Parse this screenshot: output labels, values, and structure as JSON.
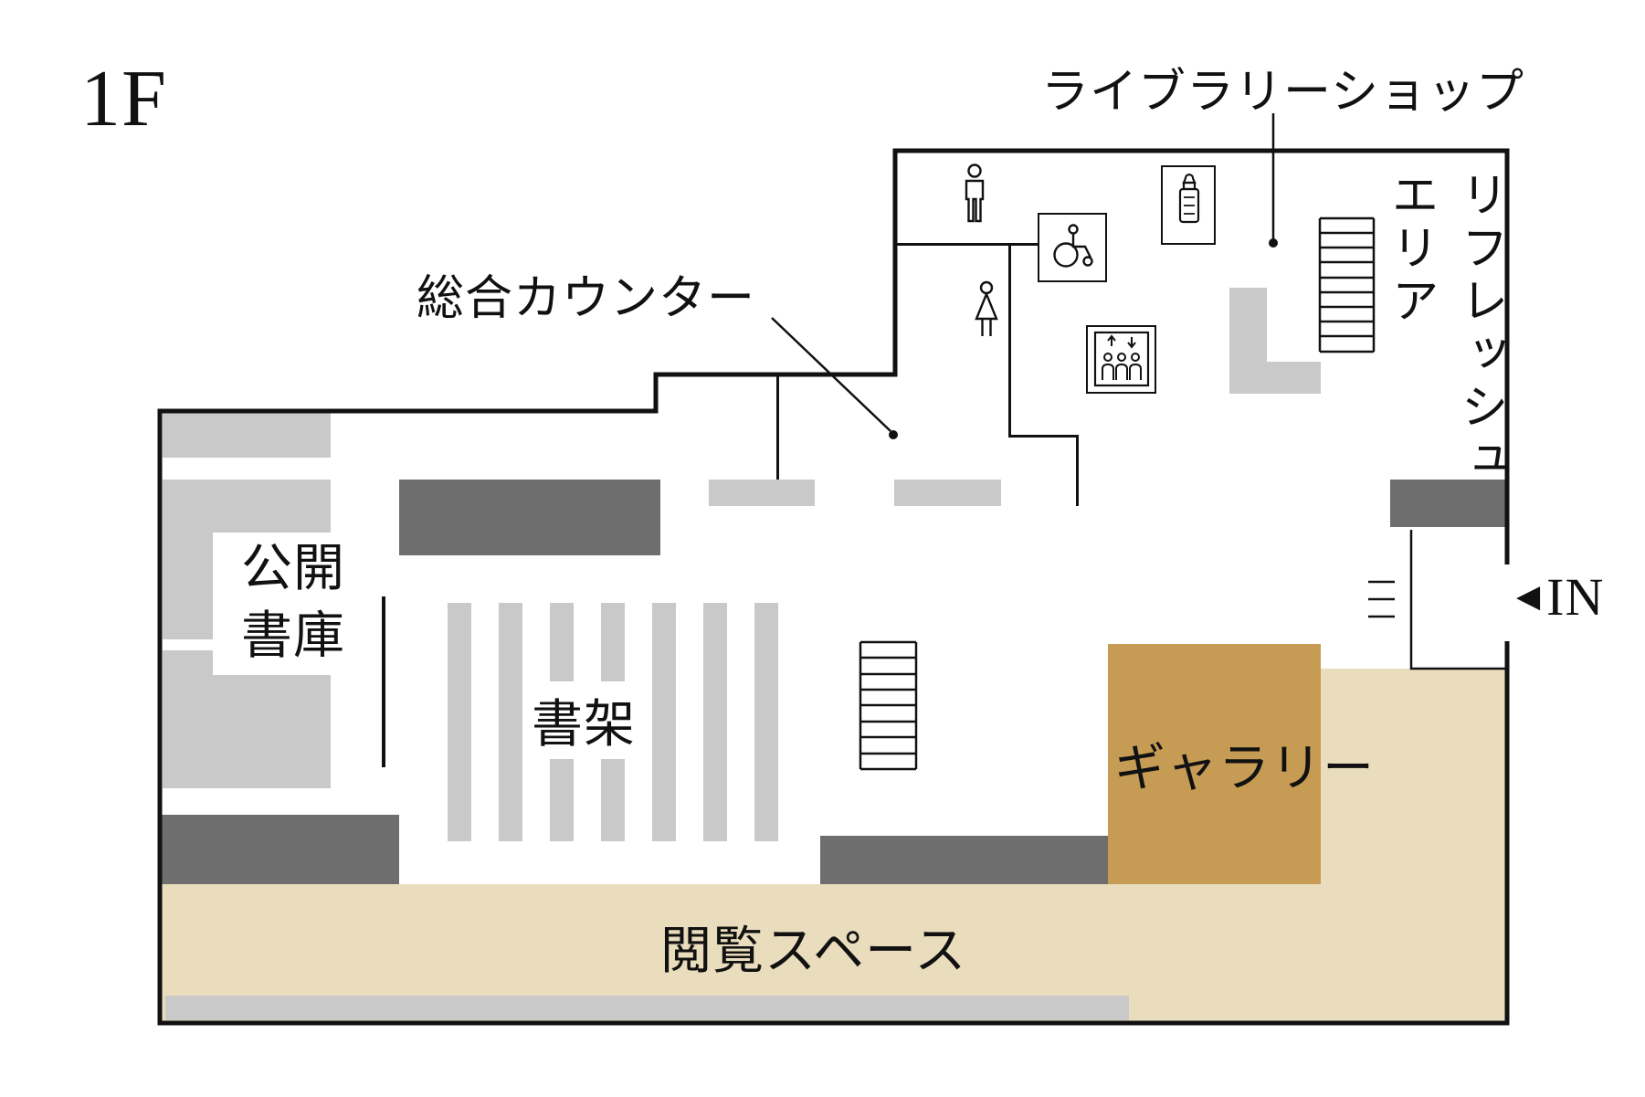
{
  "colors": {
    "wall": "#111111",
    "dark_gray": "#6e6e6e",
    "light_gray": "#c9c9c9",
    "beige": "#eaddbd",
    "gallery_tan": "#c69b54",
    "background": "#ffffff"
  },
  "floor": {
    "label": "1F"
  },
  "areas": {
    "library_shop": {
      "label": "ライブラリーショップ"
    },
    "counter": {
      "label": "総合カウンター"
    },
    "refresh_area": {
      "line1": "リフレッシュ",
      "line2": "エリア"
    },
    "public_stacks": {
      "line1": "公開",
      "line2": "書庫"
    },
    "shelves": {
      "label": "書架"
    },
    "gallery": {
      "label": "ギャラリー"
    },
    "reading_space": {
      "label": "閲覧スペース"
    },
    "entrance": {
      "arrow": "◀",
      "label": "IN"
    }
  },
  "icons": {
    "male_restroom": "male-restroom-icon",
    "female_restroom": "female-restroom-icon",
    "wheelchair": "wheelchair-accessible-icon",
    "nursing_room": "nursing-room-icon",
    "elevator": "elevator-icon",
    "stairs_upper": "stairs-icon",
    "stairs_middle": "stairs-icon",
    "entrance_steps": "steps-icon"
  }
}
